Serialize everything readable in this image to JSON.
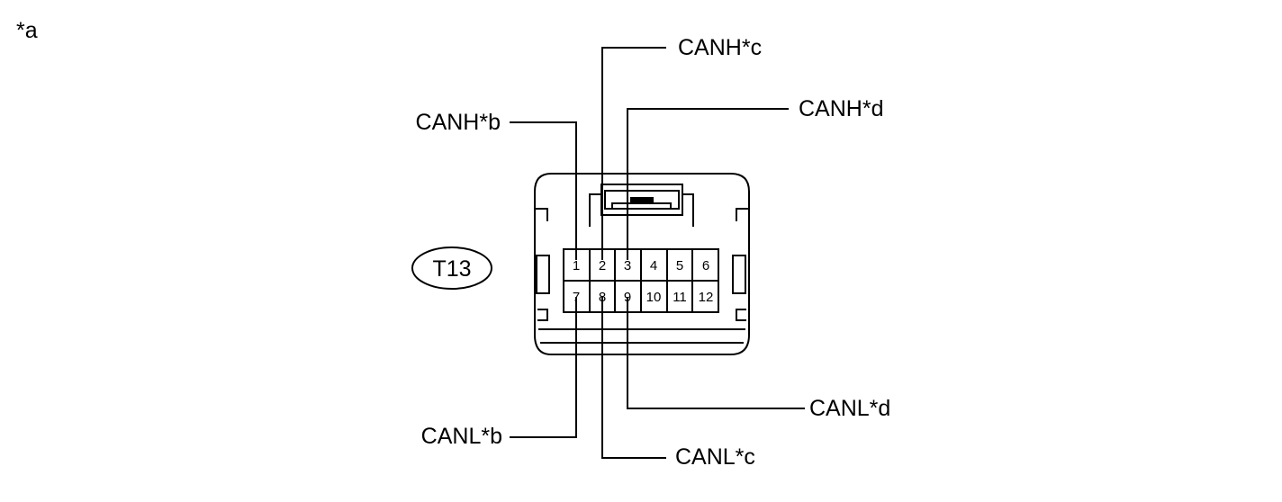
{
  "figure": {
    "marker": "*a",
    "connector_id": "T13"
  },
  "pins": {
    "top_row": [
      "1",
      "2",
      "3",
      "4",
      "5",
      "6"
    ],
    "bottom_row": [
      "7",
      "8",
      "9",
      "10",
      "11",
      "12"
    ]
  },
  "labels": {
    "canh_b": "CANH*b",
    "canh_c": "CANH*c",
    "canh_d": "CANH*d",
    "canl_b": "CANL*b",
    "canl_c": "CANL*c",
    "canl_d": "CANL*d"
  }
}
